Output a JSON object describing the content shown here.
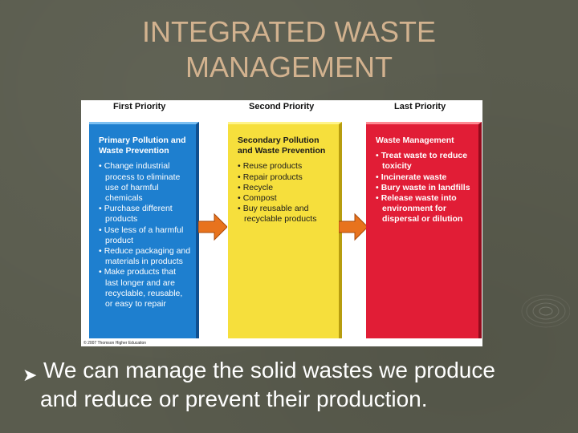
{
  "slide": {
    "title_line1": "INTEGRATED WASTE",
    "title_line2": "MANAGEMENT",
    "bullet_line1": "We can manage the solid wastes we produce",
    "bullet_line2": "and reduce or prevent their production."
  },
  "figure": {
    "heading_first": "First Priority",
    "heading_second": "Second Priority",
    "heading_last": "Last Priority",
    "panel_primary": {
      "title": "Primary Pollution and Waste Prevention",
      "items": [
        "Change industrial process to eliminate use of harmful chemicals",
        "Purchase different products",
        "Use less of a harmful product",
        "Reduce packaging and materials in products",
        "Make products that last longer and are recyclable, reusable, or easy to repair"
      ]
    },
    "panel_secondary": {
      "title": "Secondary Pollution and Waste Prevention",
      "items": [
        "Reuse products",
        "Repair products",
        "Recycle",
        "Compost",
        "Buy reusable and recyclable products"
      ]
    },
    "panel_last": {
      "title": "Waste Management",
      "items": [
        "Treat waste to reduce toxicity",
        "Incinerate waste",
        "Bury waste in landfills",
        "Release waste into environment for dispersal or dilution"
      ]
    },
    "copyright": "© 2007 Thomson Higher Education"
  },
  "colors": {
    "background": "#5a5c4e",
    "title": "#d2b28f",
    "blue_panel": "#1e7fcf",
    "yellow_panel": "#f6df3c",
    "red_panel": "#e11d36",
    "arrow": "#e8731d"
  }
}
